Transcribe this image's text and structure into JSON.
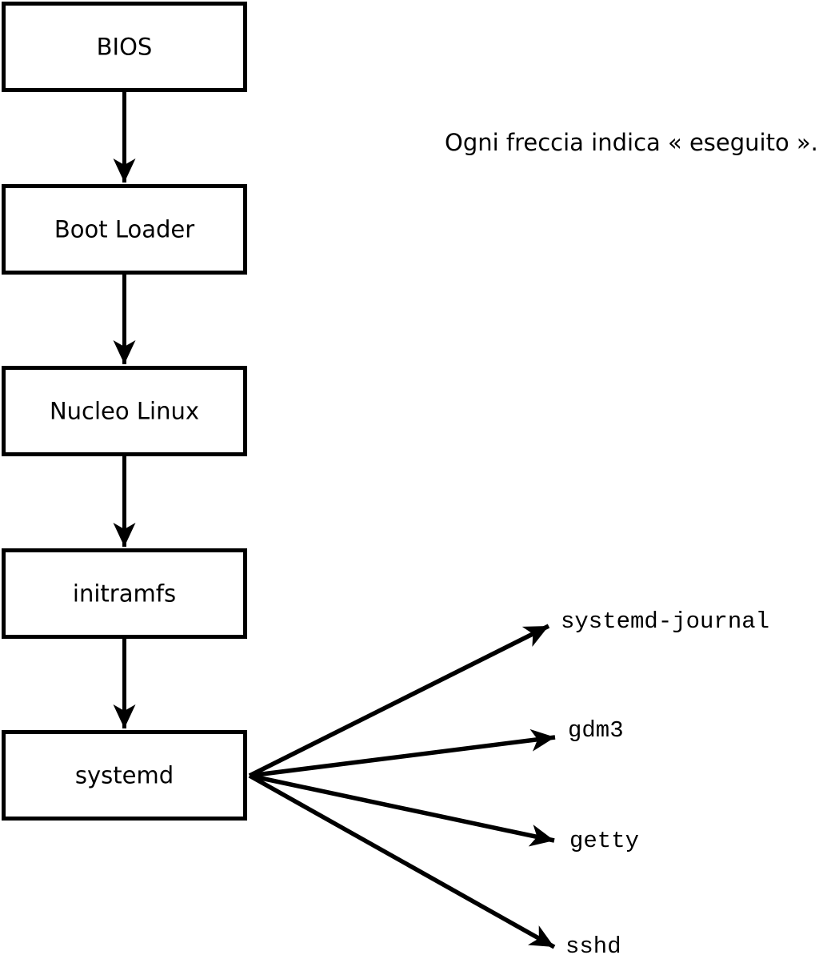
{
  "diagram": {
    "caption": "Ogni freccia indica « eseguito ».",
    "boxes": [
      {
        "label": "BIOS"
      },
      {
        "label": "Boot Loader"
      },
      {
        "label": "Nucleo Linux"
      },
      {
        "label": "initramfs"
      },
      {
        "label": "systemd"
      }
    ],
    "services": [
      {
        "label": "systemd-journal"
      },
      {
        "label": "gdm3"
      },
      {
        "label": "getty"
      },
      {
        "label": "sshd"
      }
    ],
    "colors": {
      "foreground": "#000000",
      "background": "#ffffff"
    }
  }
}
